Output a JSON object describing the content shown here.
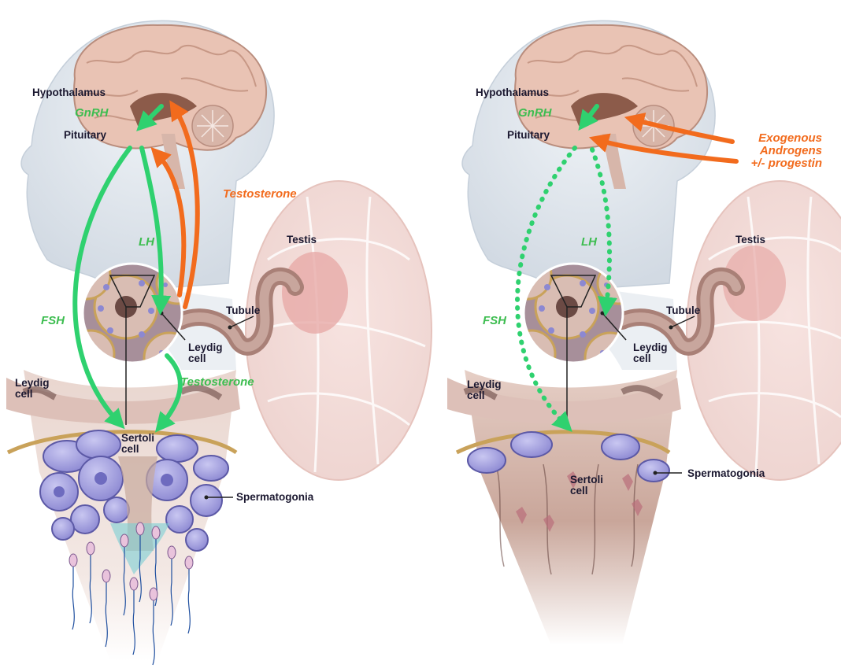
{
  "colors": {
    "green_arrow": "#2fd16f",
    "orange_arrow": "#f26b1d",
    "green_text": "#3dbd50",
    "orange_text": "#f26b1d",
    "label_text": "#1b1830",
    "brain": "#e9c3b4",
    "head": "#dde3ea",
    "spermatogonia": "#a9a6e2",
    "tubule": "#b58f86"
  },
  "icons": [
    "head-silhouette",
    "brain",
    "testis",
    "tubule",
    "magnified-tubule-cross-section",
    "spermatogonia-cells",
    "sperm-cells"
  ],
  "left_panel": {
    "hypothalamus": "Hypothalamus",
    "gnrh": "GnRH",
    "pituitary": "Pituitary",
    "testosterone_top": "Testosterone",
    "testis": "Testis",
    "lh": "LH",
    "tubule": "Tubule",
    "fsh": "FSH",
    "leydig_inset_line1": "Leydig",
    "leydig_inset_line2": "cell",
    "testosterone_mid": "Testosterone",
    "leydig_line1": "Leydig",
    "leydig_line2": "cell",
    "sertoli_line1": "Sertoli",
    "sertoli_line2": "cell",
    "spermatogonia": "Spermatogonia"
  },
  "right_panel": {
    "hypothalamus": "Hypothalamus",
    "gnrh": "GnRH",
    "pituitary": "Pituitary",
    "exogenous_line1": "Exogenous",
    "exogenous_line2": "Androgens",
    "exogenous_line3": "+/- progestin",
    "testis": "Testis",
    "lh": "LH",
    "tubule": "Tubule",
    "fsh": "FSH",
    "leydig_inset_line1": "Leydig",
    "leydig_inset_line2": "cell",
    "leydig_line1": "Leydig",
    "leydig_line2": "cell",
    "sertoli_line1": "Sertoli",
    "sertoli_line2": "cell",
    "spermatogonia": "Spermatogonia"
  }
}
